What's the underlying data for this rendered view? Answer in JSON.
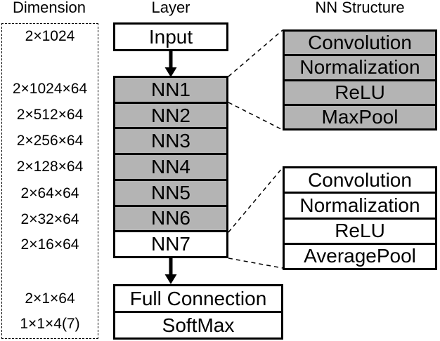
{
  "headers": {
    "dimension": "Dimension",
    "layer": "Layer",
    "nn_structure": "NN Structure"
  },
  "dimension_labels": [
    "2×1024",
    "2×1024×64",
    "2×512×64",
    "2×256×64",
    "2×128×64",
    "2×64×64",
    "2×32×64",
    "2×16×64",
    "2×1×64",
    "1×1×4(7)"
  ],
  "layer": {
    "input": "Input",
    "nn_rows": [
      {
        "label": "NN1",
        "filled": true
      },
      {
        "label": "NN2",
        "filled": true
      },
      {
        "label": "NN3",
        "filled": true
      },
      {
        "label": "NN4",
        "filled": true
      },
      {
        "label": "NN5",
        "filled": true
      },
      {
        "label": "NN6",
        "filled": true
      },
      {
        "label": "NN7",
        "filled": false
      }
    ],
    "full_connection": "Full Connection",
    "softmax": "SoftMax"
  },
  "structure_top": {
    "filled": true,
    "rows": [
      "Convolution",
      "Normalization",
      "ReLU",
      "MaxPool"
    ]
  },
  "structure_bottom": {
    "filled": false,
    "rows": [
      "Convolution",
      "Normalization",
      "ReLU",
      "AveragePool"
    ]
  },
  "colors": {
    "fill_gray": "#b4b4b4",
    "border": "#000000",
    "background": "#ffffff"
  }
}
